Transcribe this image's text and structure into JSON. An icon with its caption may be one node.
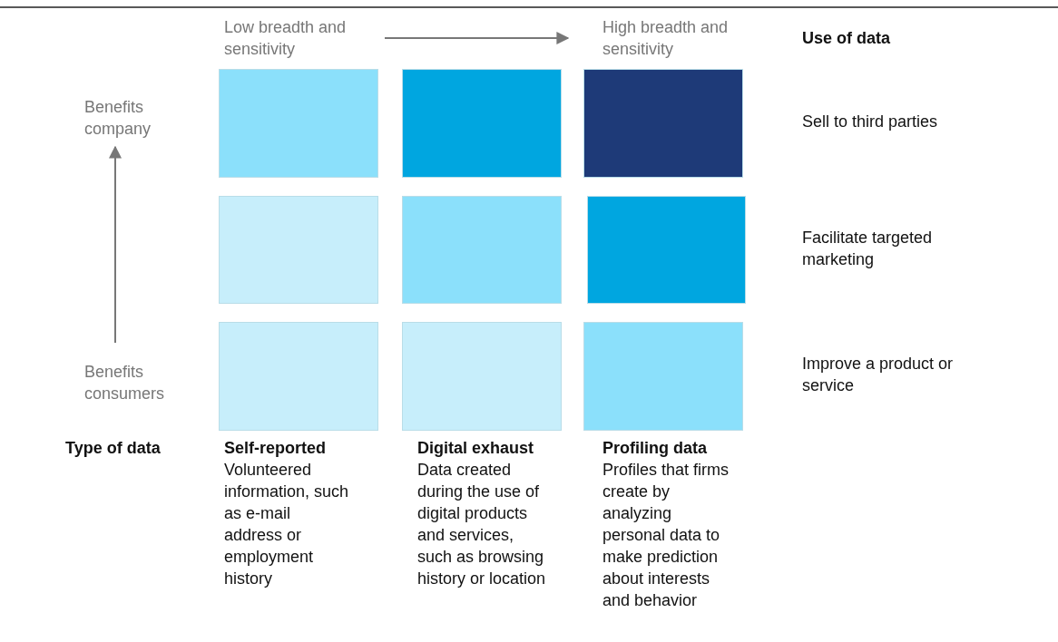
{
  "diagram": {
    "nodes": [
      {
        "text": [],
        "shape": "box"
      },
      {
        "text": [],
        "shape": "box"
      },
      {
        "text": [],
        "shape": "box"
      },
      {
        "text": [],
        "shape": "box"
      },
      {
        "text": [],
        "shape": "box"
      },
      {
        "text": [],
        "shape": "box"
      },
      {
        "text": [],
        "shape": "box"
      },
      {
        "text": [],
        "shape": "box"
      },
      {
        "text": [],
        "shape": "box"
      }
    ],
    "labels": [
      "Low breadth and sensitivity",
      "High breadth and sensitivity",
      "Use of data",
      "Benefits company",
      "Sell to third parties",
      "Facilitate targeted marketing",
      "Benefits consumers",
      "Improve a product or service",
      "Type of data",
      "Self-reported",
      "Volunteered information, such as e-mail address or employment history",
      "Digital exhaust",
      "Data created during the use of digital products and services, such as browsing history or location",
      "Profiling data",
      "Profiles that firms create by analyzing personal data to make prediction about interests and behavior"
    ]
  }
}
